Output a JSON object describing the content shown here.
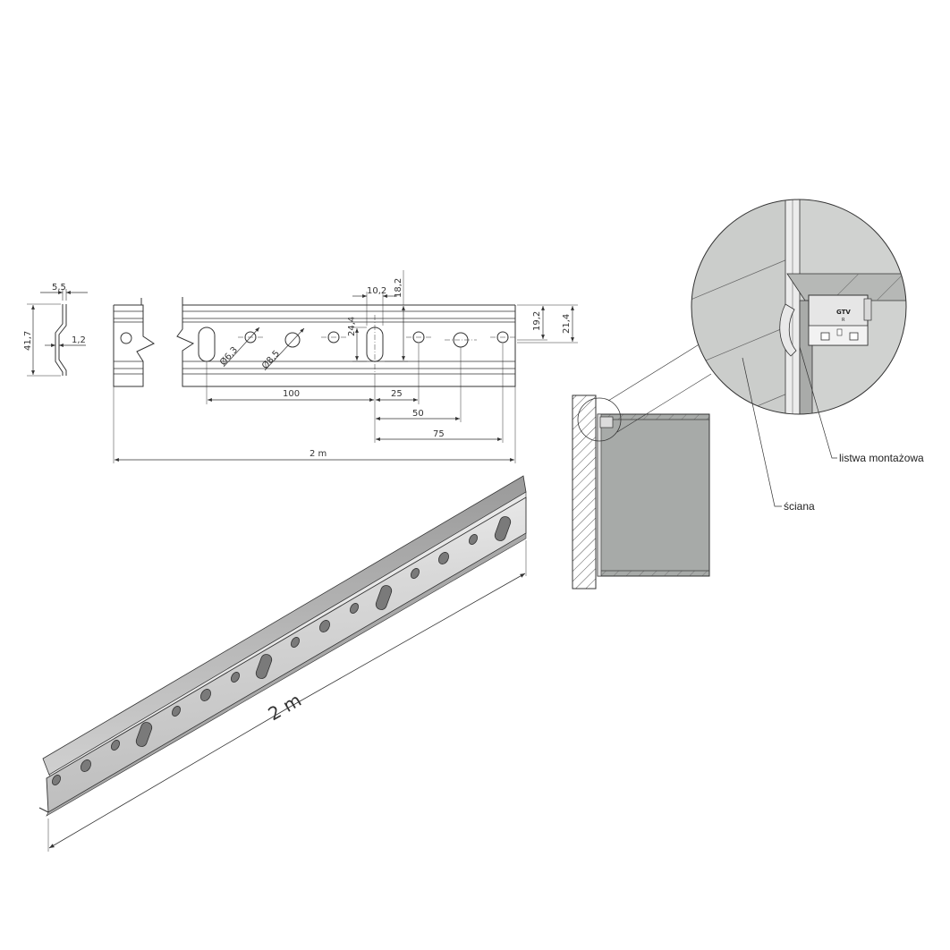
{
  "colors": {
    "line": "#333333",
    "metal_light": "#e4e4e4",
    "metal_mid": "#c8c8c8",
    "metal_dark": "#8a8a8a",
    "cabinet": "#a7aaa8",
    "wall_hatch": "#555555",
    "zoom_wall": "#cfd1cf",
    "zoom_bg": "#c3c5c3"
  },
  "profile": {
    "dims": {
      "top_width": "5,5",
      "height": "41,7",
      "thickness": "1,2"
    }
  },
  "front_view": {
    "dims": {
      "slot_width": "10,2",
      "slot_height": "18,2",
      "hole_d_small": "Ø6,3",
      "hole_d_large": "Ø8,5",
      "slot_length": "24,4",
      "hole_row": "19,2",
      "overall_height": "21,4",
      "spacing_100": "100",
      "spacing_25": "25",
      "spacing_50": "50",
      "spacing_75": "75",
      "total_length": "2 m"
    }
  },
  "perspective": {
    "length_label": "2 m"
  },
  "detail": {
    "label_rail": "listwa montażowa",
    "label_wall": "ściana",
    "hanger_logo": "GTV",
    "hanger_mark": "R"
  }
}
